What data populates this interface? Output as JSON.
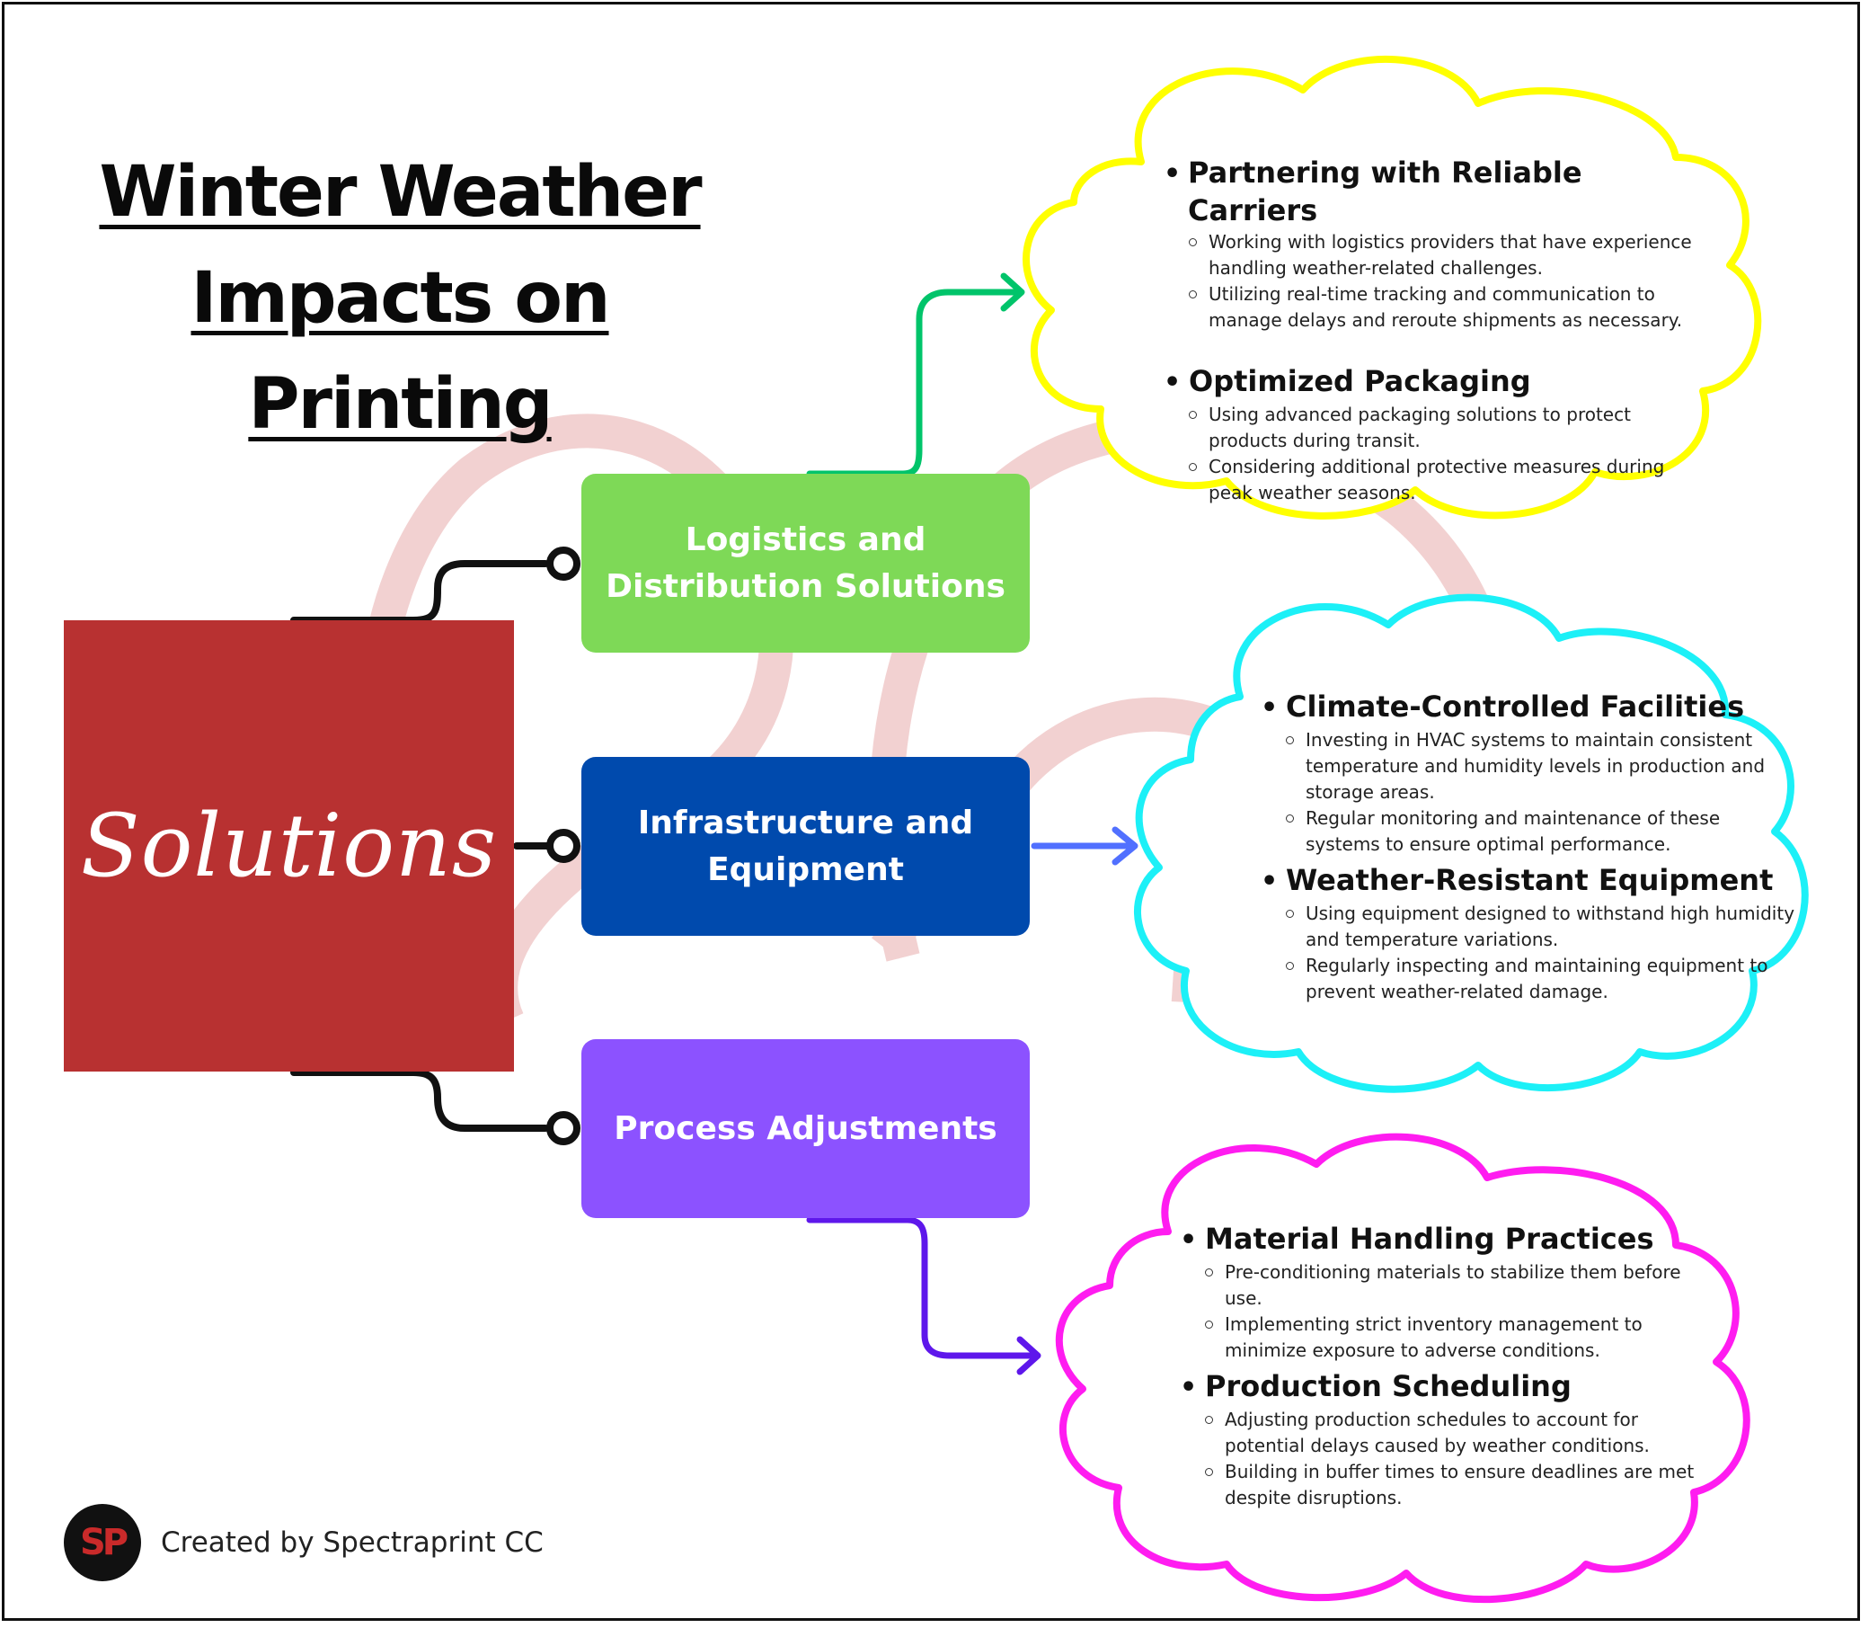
{
  "title": {
    "line1": "Winter Weather",
    "line2": "Impacts on Printing"
  },
  "central": {
    "label": "Solutions",
    "color": "#b83131"
  },
  "branches": [
    {
      "label": "Logistics and Distribution Solutions",
      "color": "#7ed957"
    },
    {
      "label": "Infrastructure and Equipment",
      "color": "#004aad"
    },
    {
      "label": "Process Adjustments",
      "color": "#8c52ff"
    }
  ],
  "clouds": [
    {
      "outline_color": "#ffff00",
      "arrow_color": "#00c46a",
      "sections": [
        {
          "heading": "Partnering with Reliable Carriers",
          "items": [
            "Working with logistics providers that have experience handling weather-related challenges.",
            "Utilizing real-time tracking and communication to manage delays and reroute shipments as necessary."
          ]
        },
        {
          "heading": "Optimized Packaging",
          "items": [
            "Using advanced packaging solutions to protect products during transit.",
            "Considering additional protective measures during peak weather seasons."
          ]
        }
      ]
    },
    {
      "outline_color": "#1cf0f7",
      "arrow_color": "#5170ff",
      "sections": [
        {
          "heading": "Climate-Controlled Facilities",
          "items": [
            "Investing in HVAC systems to maintain consistent temperature and humidity levels in production and storage areas.",
            "Regular monitoring and maintenance of these systems to ensure optimal performance."
          ]
        },
        {
          "heading": "Weather-Resistant Equipment",
          "items": [
            "Using equipment designed to withstand high humidity and temperature variations.",
            "Regularly inspecting and maintaining equipment to prevent weather-related damage."
          ]
        }
      ]
    },
    {
      "outline_color": "#ff1cf0",
      "arrow_color": "#5e17eb",
      "sections": [
        {
          "heading": "Material Handling Practices",
          "items": [
            "Pre-conditioning materials to stabilize them before use.",
            "Implementing strict inventory management to minimize exposure to adverse conditions."
          ]
        },
        {
          "heading": "Production Scheduling",
          "items": [
            "Adjusting production schedules to account for potential delays caused by weather conditions.",
            "Building in buffer times to ensure deadlines are met despite disruptions."
          ]
        }
      ]
    }
  ],
  "footer": {
    "logo_text": "SP",
    "credit": "Created by Spectraprint CC"
  },
  "colors": {
    "watermark": "#f0c9c9",
    "connector": "#111111"
  }
}
